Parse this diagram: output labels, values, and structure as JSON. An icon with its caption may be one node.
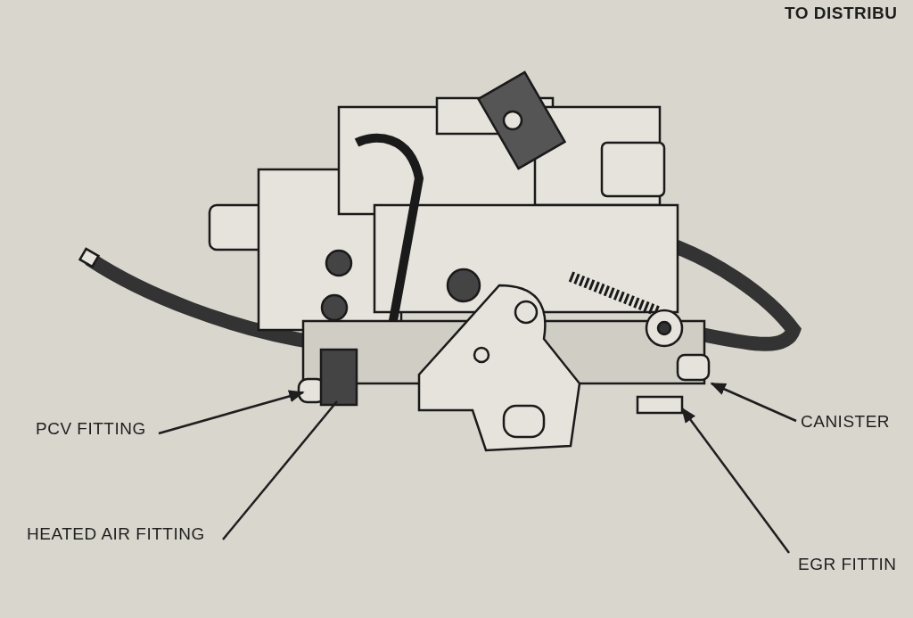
{
  "diagram": {
    "nodes": [
      {
        "text": [
          "PCV FITTING"
        ]
      },
      {
        "text": [
          "HEATED AIR FITTING"
        ]
      },
      {
        "text": [
          "CANISTER"
        ]
      },
      {
        "text": [
          "EGR FITTIN"
        ]
      }
    ],
    "edges": [
      {
        "from": 0,
        "to": null,
        "arrow": "to"
      },
      {
        "from": 1,
        "to": null,
        "arrow": "none"
      },
      {
        "from": 2,
        "to": null,
        "arrow": "to"
      },
      {
        "from": 3,
        "to": null,
        "arrow": "to"
      }
    ],
    "labels": [
      "TO DISTRIBU"
    ]
  }
}
